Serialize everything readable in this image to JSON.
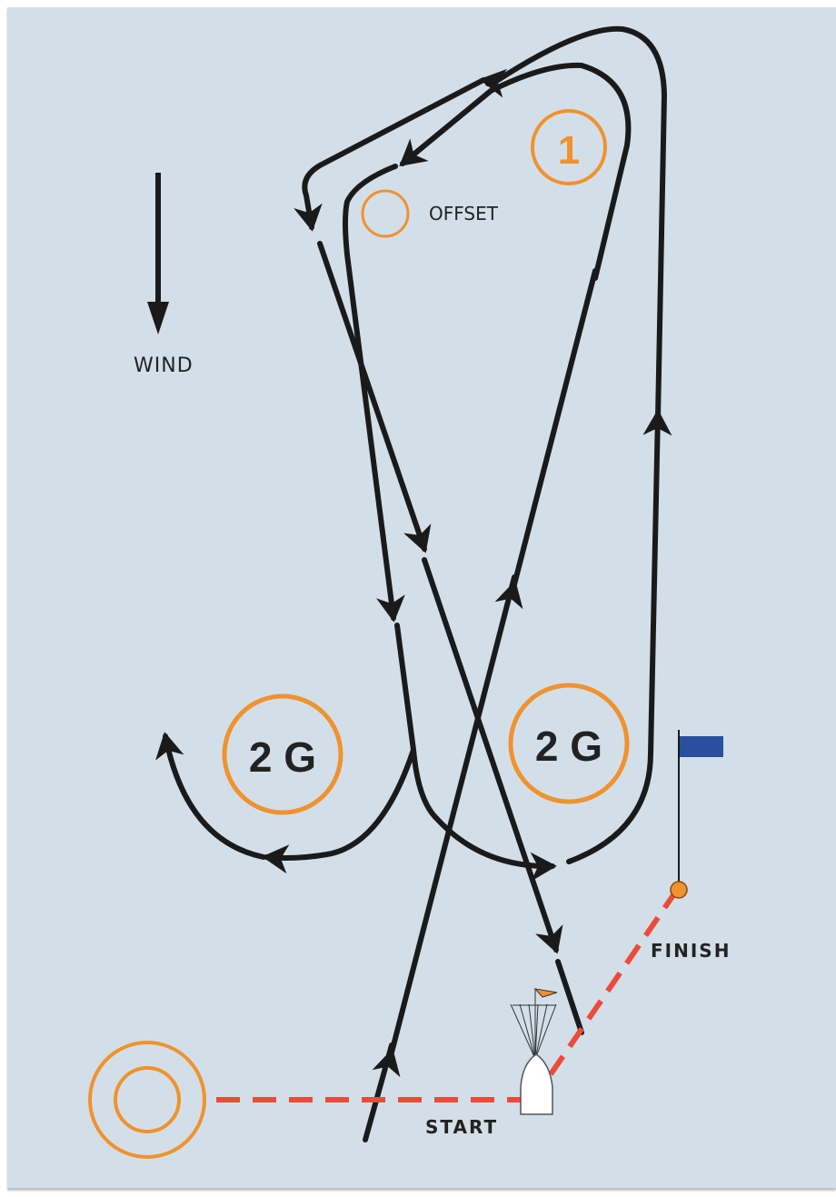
{
  "labels": {
    "wind": "WIND",
    "offset": "OFFSET",
    "start": "START",
    "finish": "FINISH"
  },
  "marks": {
    "mark_1": "1",
    "gate_left": "2 G",
    "gate_right": "2 G"
  },
  "colors": {
    "background": "#d3dfe8",
    "mark": "#f0922e",
    "course_line": "#1a1a1a",
    "start_finish_line": "#ee4a3a",
    "flag": "#2a4fa0"
  },
  "icons": {
    "wind_arrow": "arrow-down-icon",
    "committee_boat": "boat-icon",
    "finish_flag": "flag-icon"
  }
}
